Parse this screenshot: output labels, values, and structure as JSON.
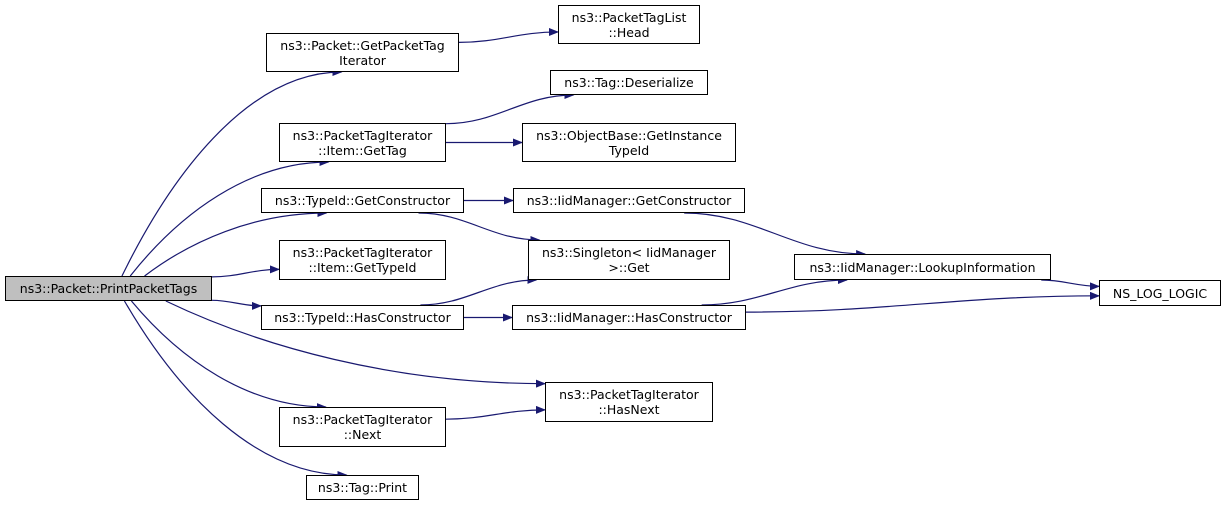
{
  "colors": {
    "edge": "#191970",
    "node_border": "#000000",
    "root_fill": "#bfbfbf",
    "node_fill": "#ffffff"
  },
  "nodes": {
    "root": {
      "lines": [
        "ns3::Packet::PrintPacketTags"
      ]
    },
    "getPacketTagIterator": {
      "lines": [
        "ns3::Packet::GetPacketTag",
        "Iterator"
      ]
    },
    "packetTagListHead": {
      "lines": [
        "ns3::PacketTagList",
        "::Head"
      ]
    },
    "tagDeserialize": {
      "lines": [
        "ns3::Tag::Deserialize"
      ]
    },
    "itemGetTag": {
      "lines": [
        "ns3::PacketTagIterator",
        "::Item::GetTag"
      ]
    },
    "getInstanceTypeId": {
      "lines": [
        "ns3::ObjectBase::GetInstance",
        "TypeId"
      ]
    },
    "typeIdGetConstructor": {
      "lines": [
        "ns3::TypeId::GetConstructor"
      ]
    },
    "iidGetConstructor": {
      "lines": [
        "ns3::IidManager::GetConstructor"
      ]
    },
    "itemGetTypeId": {
      "lines": [
        "ns3::PacketTagIterator",
        "::Item::GetTypeId"
      ]
    },
    "singletonGet": {
      "lines": [
        "ns3::Singleton< IidManager",
        ">::Get"
      ]
    },
    "lookupInformation": {
      "lines": [
        "ns3::IidManager::LookupInformation"
      ]
    },
    "nsLogLogic": {
      "lines": [
        "NS_LOG_LOGIC"
      ]
    },
    "typeIdHasConstructor": {
      "lines": [
        "ns3::TypeId::HasConstructor"
      ]
    },
    "iidHasConstructor": {
      "lines": [
        "ns3::IidManager::HasConstructor"
      ]
    },
    "hasNext": {
      "lines": [
        "ns3::PacketTagIterator",
        "::HasNext"
      ]
    },
    "next": {
      "lines": [
        "ns3::PacketTagIterator",
        "::Next"
      ]
    },
    "tagPrint": {
      "lines": [
        "ns3::Tag::Print"
      ]
    }
  },
  "edges": [
    [
      "root",
      "getPacketTagIterator"
    ],
    [
      "root",
      "itemGetTag"
    ],
    [
      "root",
      "typeIdGetConstructor"
    ],
    [
      "root",
      "itemGetTypeId"
    ],
    [
      "root",
      "typeIdHasConstructor"
    ],
    [
      "root",
      "hasNext"
    ],
    [
      "root",
      "next"
    ],
    [
      "root",
      "tagPrint"
    ],
    [
      "getPacketTagIterator",
      "packetTagListHead"
    ],
    [
      "itemGetTag",
      "tagDeserialize"
    ],
    [
      "itemGetTag",
      "getInstanceTypeId"
    ],
    [
      "typeIdGetConstructor",
      "iidGetConstructor"
    ],
    [
      "typeIdGetConstructor",
      "singletonGet"
    ],
    [
      "iidGetConstructor",
      "lookupInformation"
    ],
    [
      "typeIdHasConstructor",
      "singletonGet"
    ],
    [
      "typeIdHasConstructor",
      "iidHasConstructor"
    ],
    [
      "iidHasConstructor",
      "lookupInformation"
    ],
    [
      "iidHasConstructor",
      "nsLogLogic"
    ],
    [
      "lookupInformation",
      "nsLogLogic"
    ],
    [
      "next",
      "hasNext"
    ]
  ]
}
